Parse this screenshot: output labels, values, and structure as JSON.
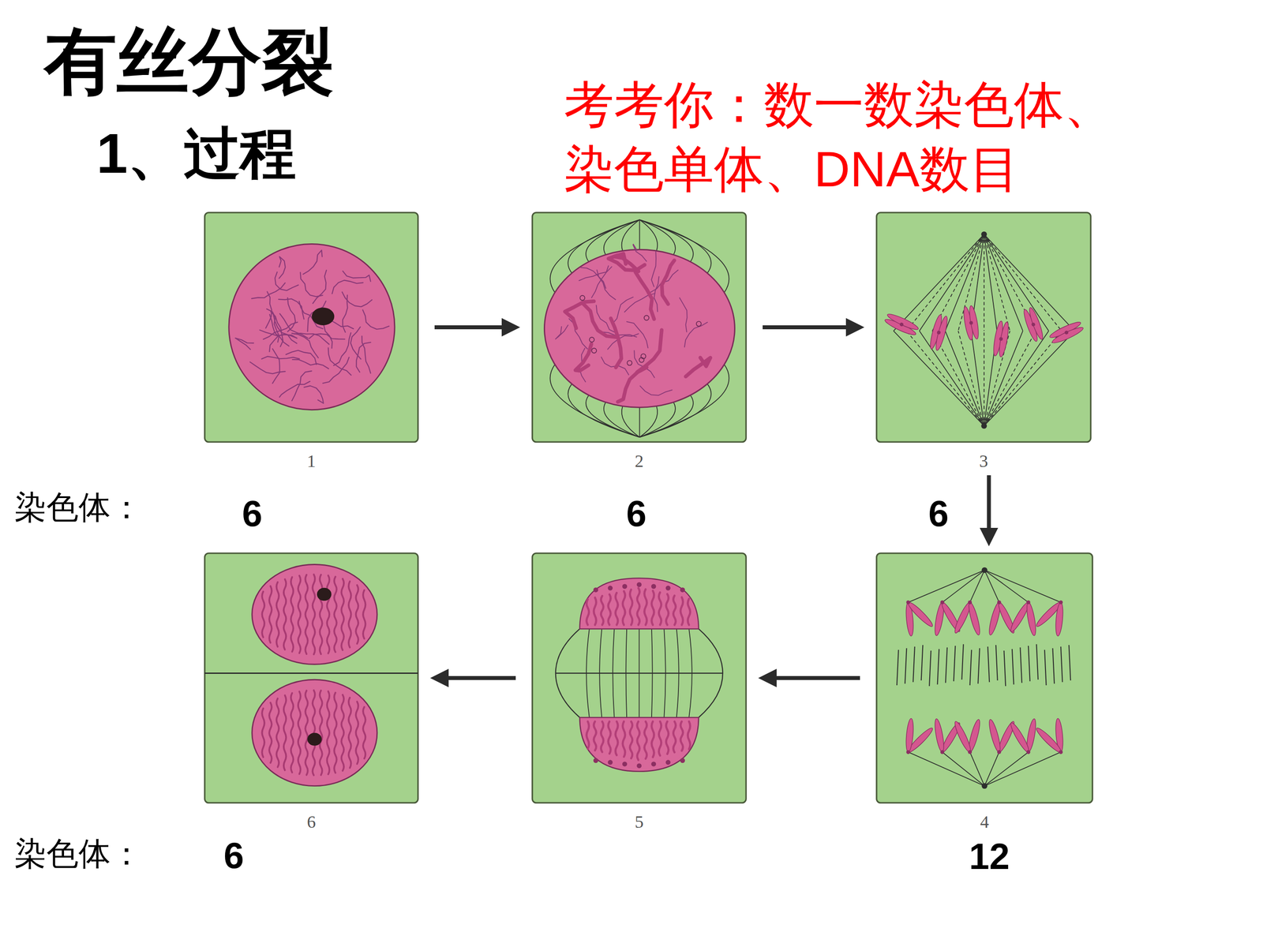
{
  "diagram": {
    "title": "有丝分裂",
    "nodes": [
      {
        "text": [
          "1"
        ]
      },
      {
        "text": [
          "2"
        ]
      },
      {
        "text": [
          "3"
        ]
      },
      {
        "text": [
          "4"
        ]
      },
      {
        "text": [
          "5"
        ]
      },
      {
        "text": [
          "6"
        ]
      }
    ],
    "edges": [
      {
        "from": 0,
        "to": 1,
        "arrow": "to"
      },
      {
        "from": 1,
        "to": 2,
        "arrow": "to"
      },
      {
        "from": 2,
        "to": 3,
        "arrow": "to"
      },
      {
        "from": 3,
        "to": 4,
        "arrow": "to"
      },
      {
        "from": 4,
        "to": 5,
        "arrow": "to"
      }
    ],
    "labels": [
      "1、过程",
      "考考你：数一数染色体、 染色单体、DNA数目",
      "染色体：",
      "6",
      "6",
      "6",
      "染色体：",
      "6",
      "12"
    ]
  }
}
